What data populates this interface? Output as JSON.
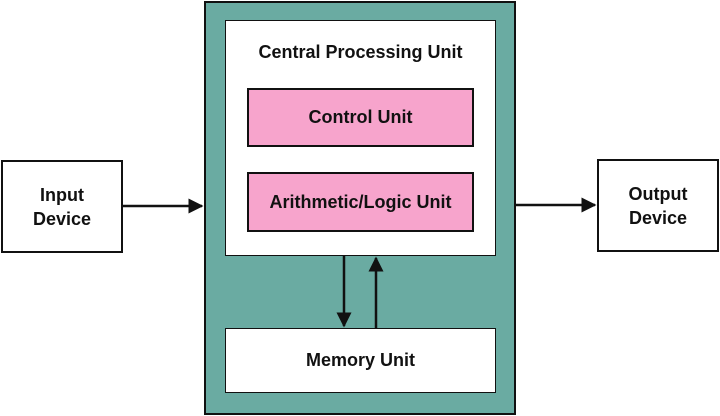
{
  "diagram": {
    "input_device": {
      "line1": "Input",
      "line2": "Device"
    },
    "output_device": {
      "line1": "Output",
      "line2": "Device"
    },
    "cpu": {
      "title": "Central Processing Unit",
      "control_unit": "Control Unit",
      "alu": "Arithmetic/Logic Unit"
    },
    "memory_unit": "Memory Unit",
    "colors": {
      "outer_fill": "#6aaba2",
      "unit_fill": "#f7a4cc",
      "box_fill": "#ffffff",
      "stroke": "#111111"
    }
  }
}
